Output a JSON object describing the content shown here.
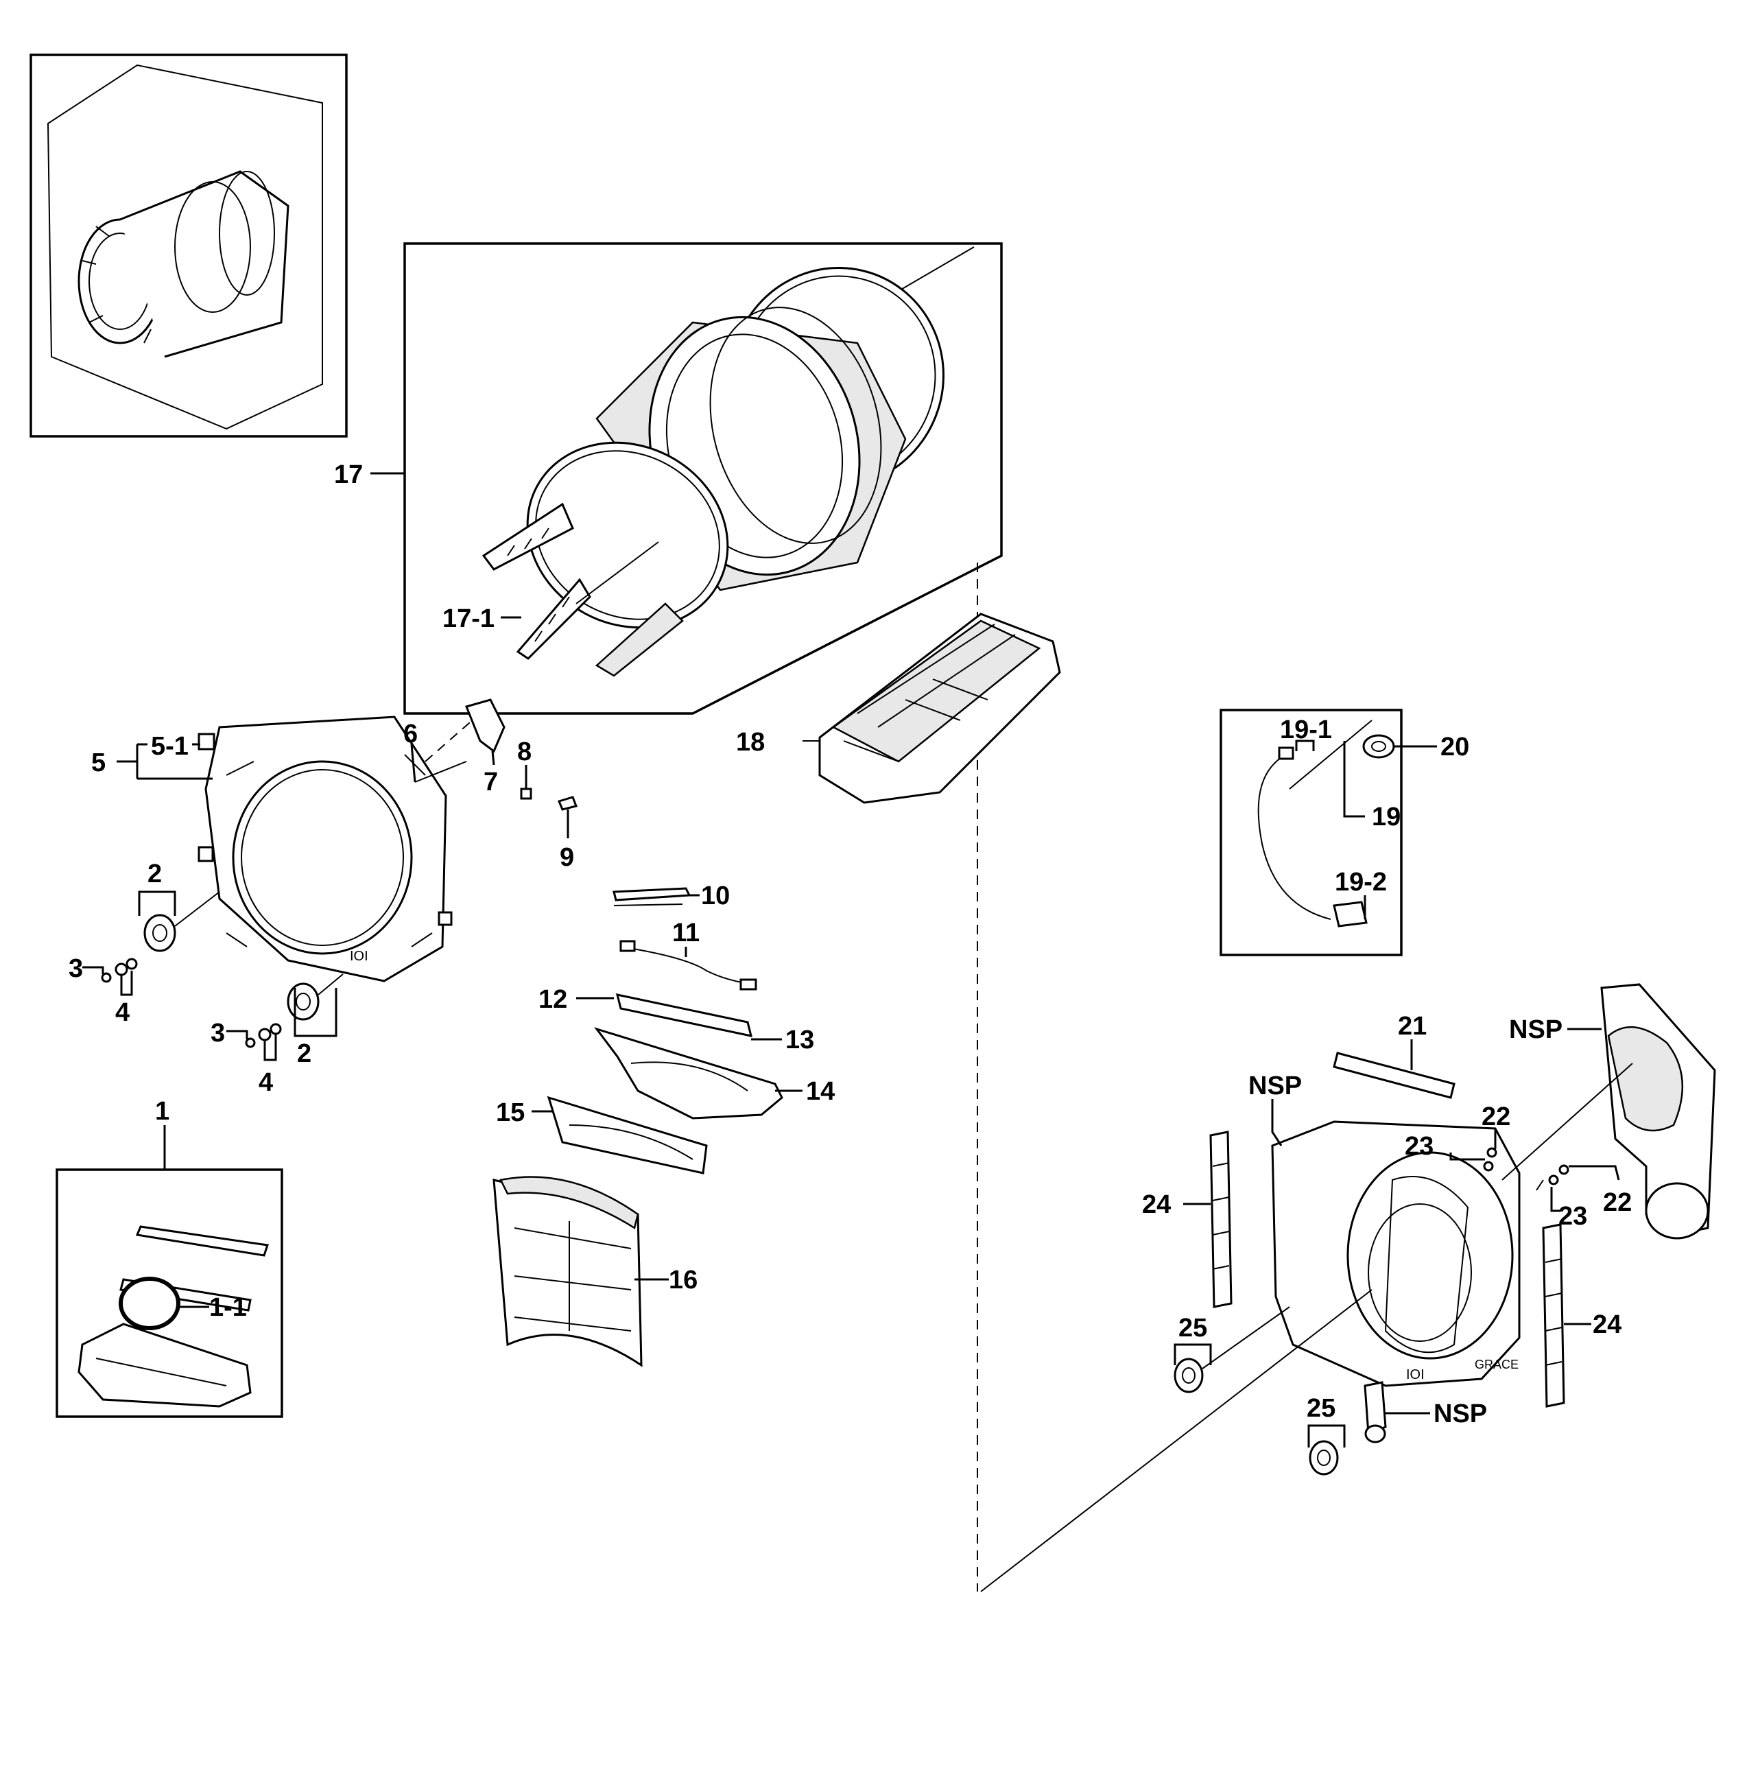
{
  "labels": {
    "p1": "1",
    "p1_1": "1-1",
    "p2a": "2",
    "p2b": "2",
    "p3a": "3",
    "p3b": "3",
    "p4a": "4",
    "p4b": "4",
    "p5": "5",
    "p5_1": "5-1",
    "p6": "6",
    "p7": "7",
    "p8": "8",
    "p9": "9",
    "p10": "10",
    "p11": "11",
    "p12": "12",
    "p13": "13",
    "p14": "14",
    "p15": "15",
    "p16": "16",
    "p17": "17",
    "p17_1": "17-1",
    "p18": "18",
    "p19": "19",
    "p19_1": "19-1",
    "p19_2": "19-2",
    "p20": "20",
    "p21": "21",
    "p22a": "22",
    "p22b": "22",
    "p23a": "23",
    "p23b": "23",
    "p24a": "24",
    "p24b": "24",
    "p25a": "25",
    "p25b": "25",
    "nsp_top": "NSP",
    "nsp_left": "NSP",
    "nsp_bottom": "NSP"
  },
  "stamp_text": "GRACE"
}
